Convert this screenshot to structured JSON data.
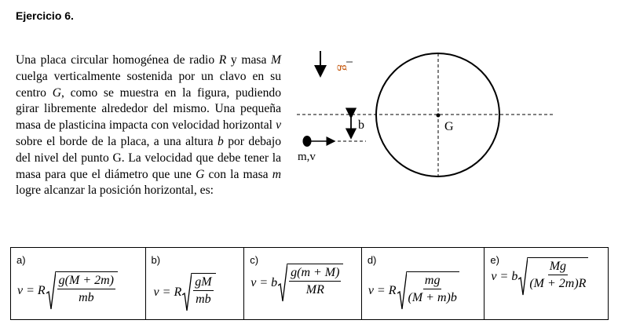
{
  "title": "Ejercicio 6.",
  "problem": {
    "p1": "Una placa circular homogénea de radio ",
    "R": "R",
    "p2": " y masa ",
    "M": "M",
    "p3": " cuelga verticalmente sostenida por un clavo en su centro ",
    "G": "G",
    "p4": ", como se muestra en la figura, pudiendo girar libremente alrededor del mismo. Una pequeña masa de plasticina impacta con velocidad horizontal ",
    "v": "v",
    "p5": " sobre el borde de la placa, a una altura ",
    "b": "b",
    "p6": " por debajo del nivel del punto G. La velocidad que debe tener la masa para que el diámetro que une ",
    "G2": "G",
    "p7": " con la masa ",
    "m": "m",
    "p8": " logre alcanzar la posición horizontal, es:"
  },
  "figure": {
    "g_label": "g",
    "b_label": "b",
    "G_label": "G",
    "mass_label": "m,v",
    "g_color": "#c55a11"
  },
  "options": [
    {
      "label": "a)",
      "lhs": "v = R",
      "num": "g(M + 2m)",
      "den": "mb"
    },
    {
      "label": "b)",
      "lhs": "v = R",
      "num": "gM",
      "den": "mb"
    },
    {
      "label": "c)",
      "lhs": "v = b",
      "num": "g(m + M)",
      "den": "MR"
    },
    {
      "label": "d)",
      "lhs": "v = R",
      "num": "mg",
      "den": "(M + m)b"
    },
    {
      "label": "e)",
      "lhs": "v = b",
      "num": "Mg",
      "den": "(M + 2m)R"
    }
  ]
}
